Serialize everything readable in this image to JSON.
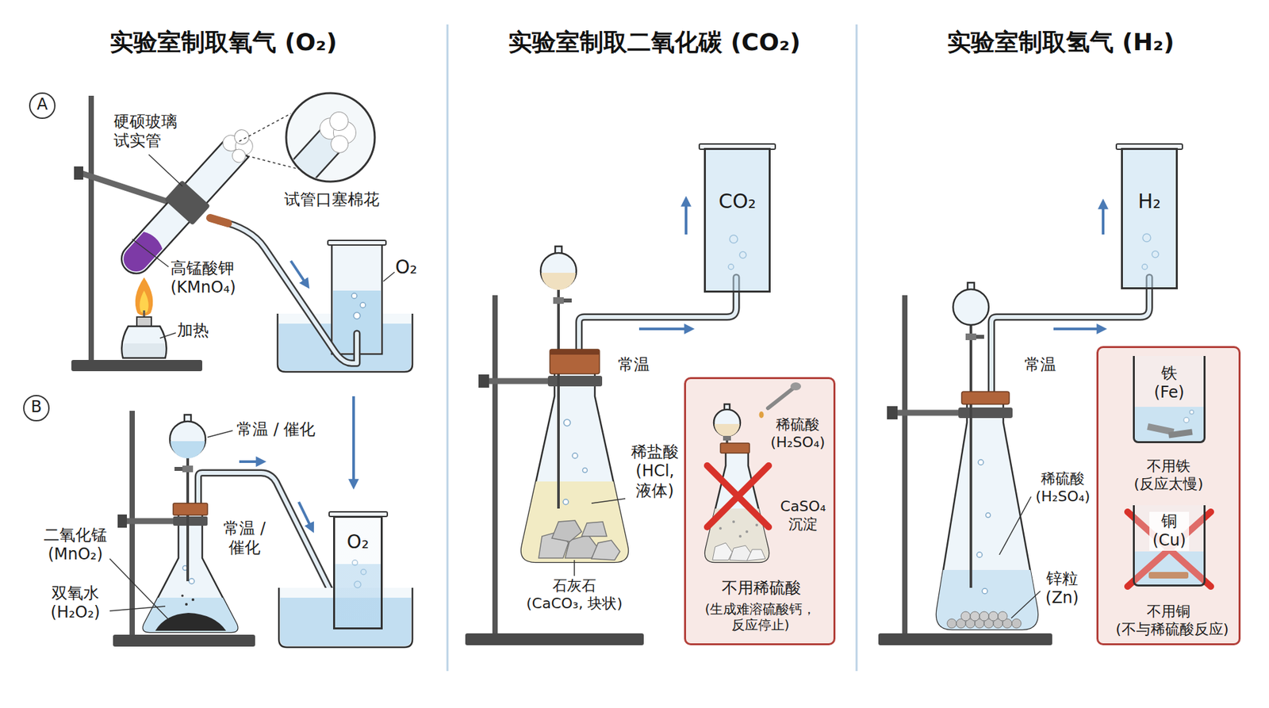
{
  "diagram": {
    "nodes": [
      {
        "text": [
          "A"
        ]
      },
      {
        "text": [
          "B"
        ]
      },
      {
        "text": [
          "O₂"
        ]
      },
      {
        "text": [
          "CO₂"
        ]
      },
      {
        "text": [
          "稀硫酸 (H₂SO₄)",
          "CaSO₄ 沉淀",
          "不用稀硫酸",
          "(生成难溶硫酸钙， 反应停止)"
        ]
      },
      {
        "text": [
          "H₂"
        ]
      },
      {
        "text": [
          "不用铁 (反应太慢)",
          "不用铜 (不与稀硫酸反应)"
        ]
      },
      {
        "text": [
          "铁 (Fe)"
        ],
        "in": 6
      },
      {
        "text": [
          "铜 (Cu)"
        ],
        "in": 6
      }
    ],
    "labels": [
      "实验室制取氧气 (O₂)",
      "实验室制取二氧化碳 (CO₂)",
      "实验室制取氢气 (H₂)",
      "硬硕玻璃 试实管",
      "试管口塞棉花",
      "高锰酸钾 (KMnO₄)",
      "加热",
      "O₂",
      "常温 / 催化",
      "常温 / 催化",
      "二氧化锰 (MnO₂)",
      "双氧水 (H₂O₂)",
      "常温",
      "稀盐酸 (HCl, 液体)",
      "石灰石 (CaCO₃, 块状)",
      "常温",
      "稀硫酸 (H₂SO₄)",
      "锌粒 (Zn)"
    ]
  }
}
